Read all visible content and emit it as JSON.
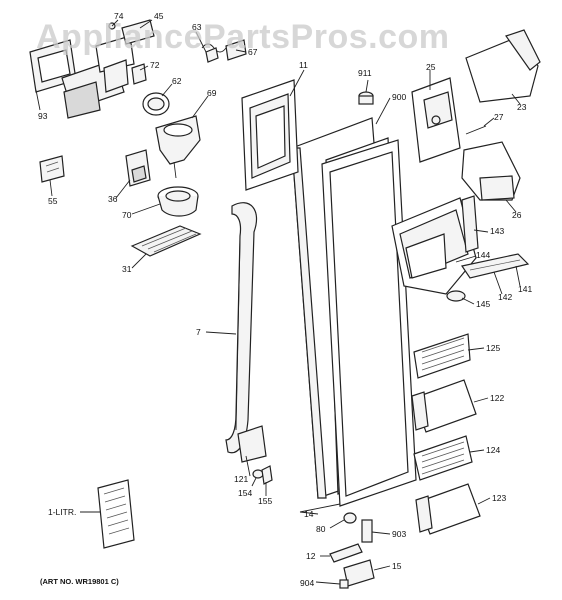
{
  "watermark": "AppliancePartsPros.com",
  "art_number": "(ART NO. WR19801 C)",
  "callouts": {
    "c74": "74",
    "c45": "45",
    "c63": "63",
    "c67": "67",
    "c72": "72",
    "c62": "62",
    "c69": "69",
    "c93": "93",
    "c55": "55",
    "c36": "36",
    "c70": "70",
    "c31": "31",
    "c7": "7",
    "c11": "11",
    "c911": "911",
    "c900": "900",
    "c25": "25",
    "c23": "23",
    "c27": "27",
    "c26": "26",
    "c143": "143",
    "c144": "144",
    "c141": "141",
    "c142": "142",
    "c145": "145",
    "c125": "125",
    "c122": "122",
    "c124": "124",
    "c123": "123",
    "c121": "121",
    "c154": "154",
    "c155": "155",
    "c14": "14",
    "c80": "80",
    "c903": "903",
    "c12": "12",
    "c15": "15",
    "c904": "904",
    "c1litr": "1-LITR."
  }
}
